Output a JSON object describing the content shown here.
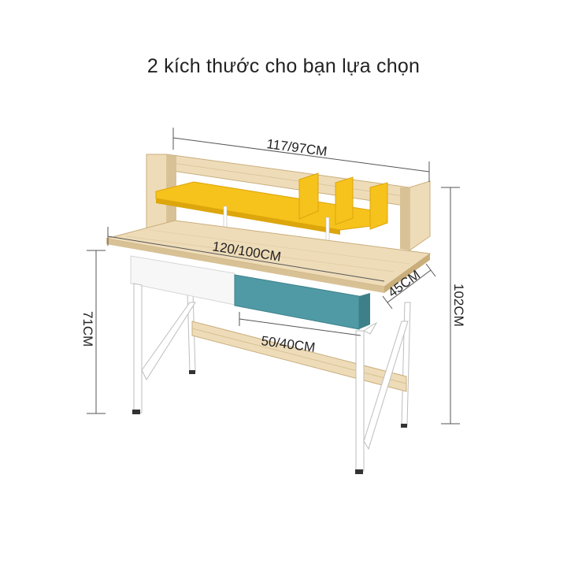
{
  "title": "2 kích thước cho bạn lựa chọn",
  "dimensions": {
    "hutch_width": "117/97CM",
    "desk_width": "120/100CM",
    "depth": "45CM",
    "total_height": "102CM",
    "desk_height": "71CM",
    "drawer_width": "50/40CM"
  },
  "colors": {
    "wood": "#eedcb9",
    "wood_dark": "#d8c195",
    "wood_edge": "#c9ae7c",
    "yellow": "#f6c21c",
    "yellow_dark": "#dca60c",
    "teal": "#4f9aa5",
    "teal_dark": "#3d808a",
    "white_drawer": "#f7f7f7",
    "frame": "#ffffff",
    "frame_edge": "#bdbdbd",
    "dim_line": "#555555"
  }
}
